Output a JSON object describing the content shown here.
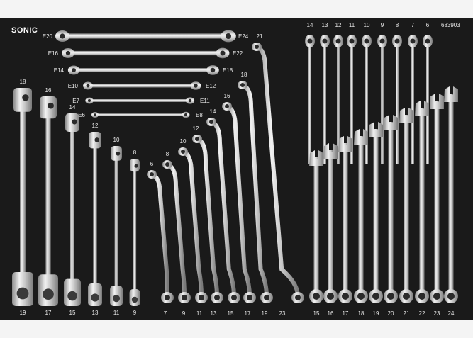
{
  "brand": "SONIC",
  "part_number": "683903",
  "horizontal_wrenches": {
    "left": [
      "E20",
      "E16",
      "E14",
      "E10",
      "E7",
      "E6"
    ],
    "right": [
      "E24",
      "E22",
      "E18",
      "E12",
      "E11",
      "E8"
    ]
  },
  "swivel_ratchets": {
    "top": [
      "18",
      "16",
      "14",
      "12",
      "10",
      "8"
    ],
    "bottom": [
      "19",
      "17",
      "15",
      "13",
      "11",
      "9"
    ]
  },
  "offset_ring": {
    "top": [
      "6",
      "8",
      "10",
      "12",
      "14",
      "16",
      "18",
      "21"
    ],
    "bottom": [
      "7",
      "9",
      "11",
      "13",
      "15",
      "17",
      "19",
      "23"
    ]
  },
  "combination_top": [
    "14",
    "13",
    "12",
    "11",
    "10",
    "9",
    "8",
    "7",
    "6"
  ],
  "combination_bottom": [
    "15",
    "16",
    "17",
    "18",
    "19",
    "20",
    "21",
    "22",
    "23",
    "24"
  ]
}
